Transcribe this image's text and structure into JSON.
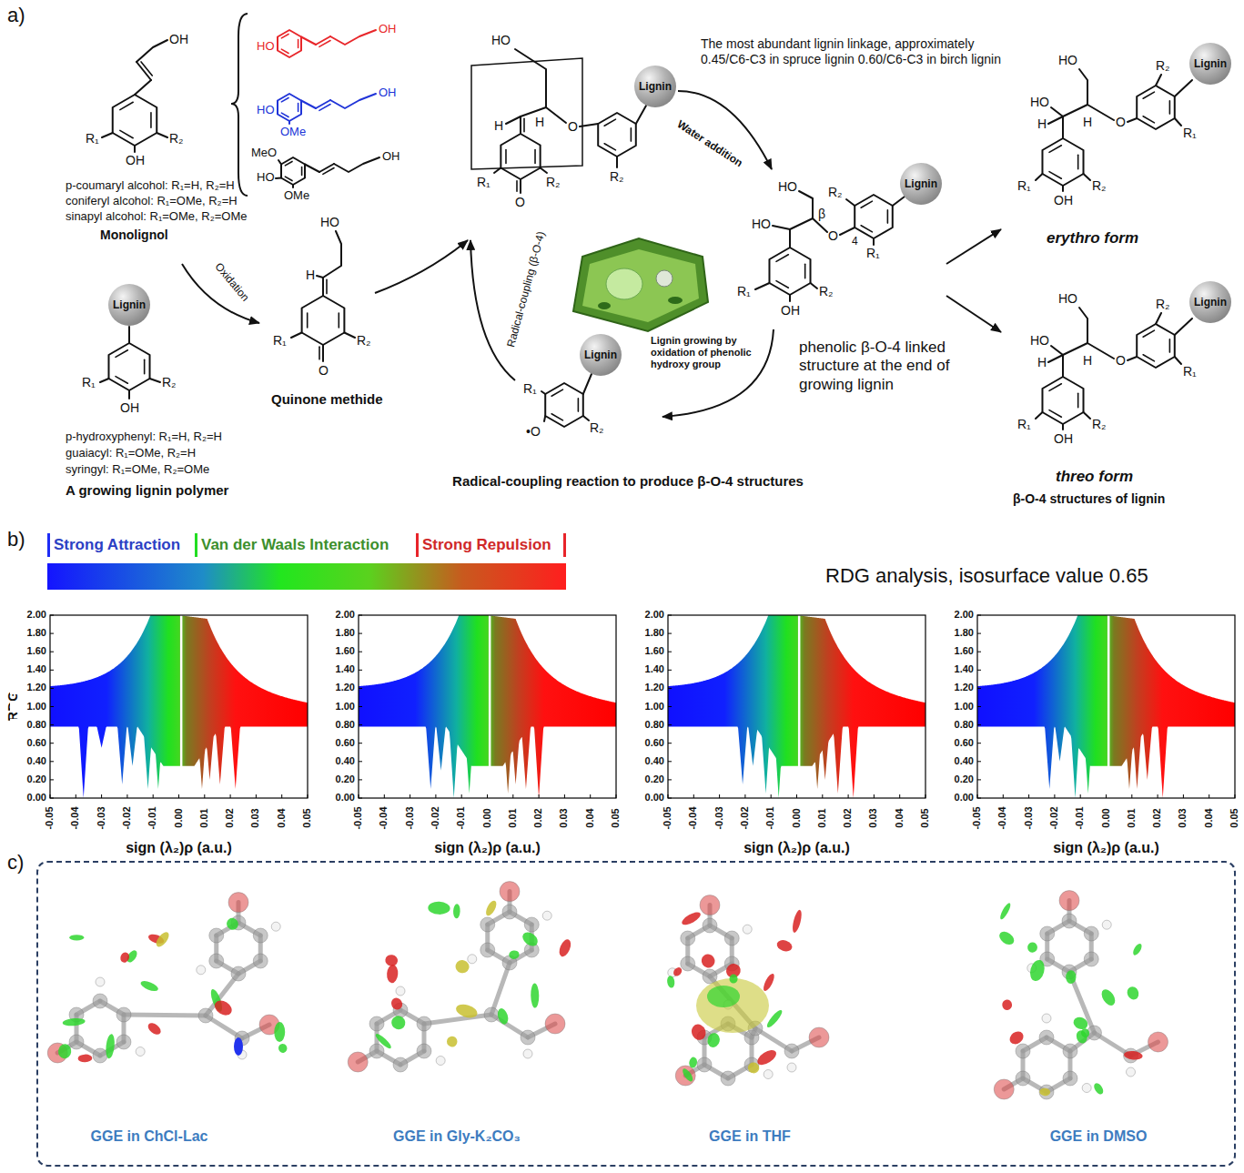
{
  "diagram": {
    "nodes": [
      {
        "text": [
          "Lignin"
        ]
      },
      {
        "text": [
          "Lignin"
        ]
      },
      {
        "text": [
          "Lignin"
        ]
      },
      {
        "text": [
          "Lignin"
        ]
      },
      {
        "text": [
          "Lignin"
        ]
      },
      {
        "text": [
          "Lignin"
        ]
      },
      {
        "text": [
          "GGE in ChCl-Lac",
          "GGE in Gly-K₂CO₃",
          "GGE in THF",
          "GGE in DMSO"
        ]
      }
    ],
    "labels": [
      "a)",
      "b)",
      "c)",
      "OH",
      "R₁",
      "R₂",
      "OH",
      "p-coumaryl alcohol: R₁=H, R₂=H",
      "coniferyl alcohol: R₁=OMe, R₂=H",
      "sinapyl alcohol: R₁=OMe, R₂=OMe",
      "Monolignol",
      "HO",
      "OH",
      "HO",
      "OMe",
      "OH",
      "MeO",
      "HO",
      "OMe",
      "OH",
      "R₁",
      "R₂",
      "OH",
      "p-hydroxyphenyl: R₁=H, R₂=H",
      "guaiacyl: R₁=OMe, R₂=H",
      "syringyl: R₁=OMe, R₂=OMe",
      "A growing lignin polymer",
      "Oxidation",
      "HO",
      "H",
      "R₁",
      "R₂",
      "O",
      "Quinone methide",
      "Radical-coupling (β-O-4)",
      "HO",
      "H",
      "H",
      "O",
      "R₁",
      "R₂",
      "O",
      "R₂",
      "The most abundant lignin linkage, approximately 0.45/C6-C3 in spruce lignin 0.60/C6-C3 in birch lignin",
      "Water addition",
      "HO",
      "R₂",
      "HO",
      "β",
      "O",
      "4",
      "R₁",
      "R₁",
      "R₂",
      "OH",
      "phenolic β-O-4 linked structure at the end of growing lignin",
      "Lignin growing by oxidation of phenolic hydroxy group",
      "R₁",
      "•O",
      "R₂",
      "Radical-coupling reaction to produce β-O-4 structures",
      "HO",
      "R₂",
      "HO",
      "H",
      "H",
      "O",
      "R₁",
      "R₁",
      "R₂",
      "OH",
      "erythro form",
      "HO",
      "R₂",
      "H",
      "H",
      "HO",
      "O",
      "R₁",
      "R₁",
      "R₂",
      "OH",
      "threo form",
      "β-O-4 structures of lignin",
      "RDG analysis, isosurface value 0.65",
      "RDG",
      "0.00",
      "0.20",
      "0.40",
      "0.60",
      "0.80",
      "1.00",
      "1.20",
      "1.40",
      "1.60",
      "1.80",
      "2.00",
      "-0.05",
      "-0.04",
      "-0.03",
      "-0.02",
      "-0.01",
      "0.00",
      "0.01",
      "0.02",
      "0.03",
      "0.04",
      "0.05",
      "sign (λ₂)ρ (a.u.)",
      "0.00",
      "0.20",
      "0.40",
      "0.60",
      "0.80",
      "1.00",
      "1.20",
      "1.40",
      "1.60",
      "1.80",
      "2.00",
      "-0.05",
      "-0.04",
      "-0.03",
      "-0.02",
      "-0.01",
      "0.00",
      "0.01",
      "0.02",
      "0.03",
      "0.04",
      "0.05",
      "sign (λ₂)ρ (a.u.)",
      "0.00",
      "0.20",
      "0.40",
      "0.60",
      "0.80",
      "1.00",
      "1.20",
      "1.40",
      "1.60",
      "1.80",
      "2.00",
      "-0.05",
      "-0.04",
      "-0.03",
      "-0.02",
      "-0.01",
      "0.00",
      "0.01",
      "0.02",
      "0.03",
      "0.04",
      "0.05",
      "sign (λ₂)ρ (a.u.)",
      "0.00",
      "0.20",
      "0.40",
      "0.60",
      "0.80",
      "1.00",
      "1.20",
      "1.40",
      "1.60",
      "1.80",
      "2.00",
      "-0.05",
      "-0.04",
      "-0.03",
      "-0.02",
      "-0.01",
      "0.00",
      "0.01",
      "0.02",
      "0.03",
      "0.04",
      "0.05",
      "sign (λ₂)ρ (a.u.)"
    ],
    "legend": [
      {
        "text": "Strong Attraction",
        "color": "#1e2cf5"
      },
      {
        "text": "Van der Waals Interaction",
        "color": "#22dd22"
      },
      {
        "text": "Strong Repulsion",
        "color": "#e8242a"
      }
    ]
  }
}
